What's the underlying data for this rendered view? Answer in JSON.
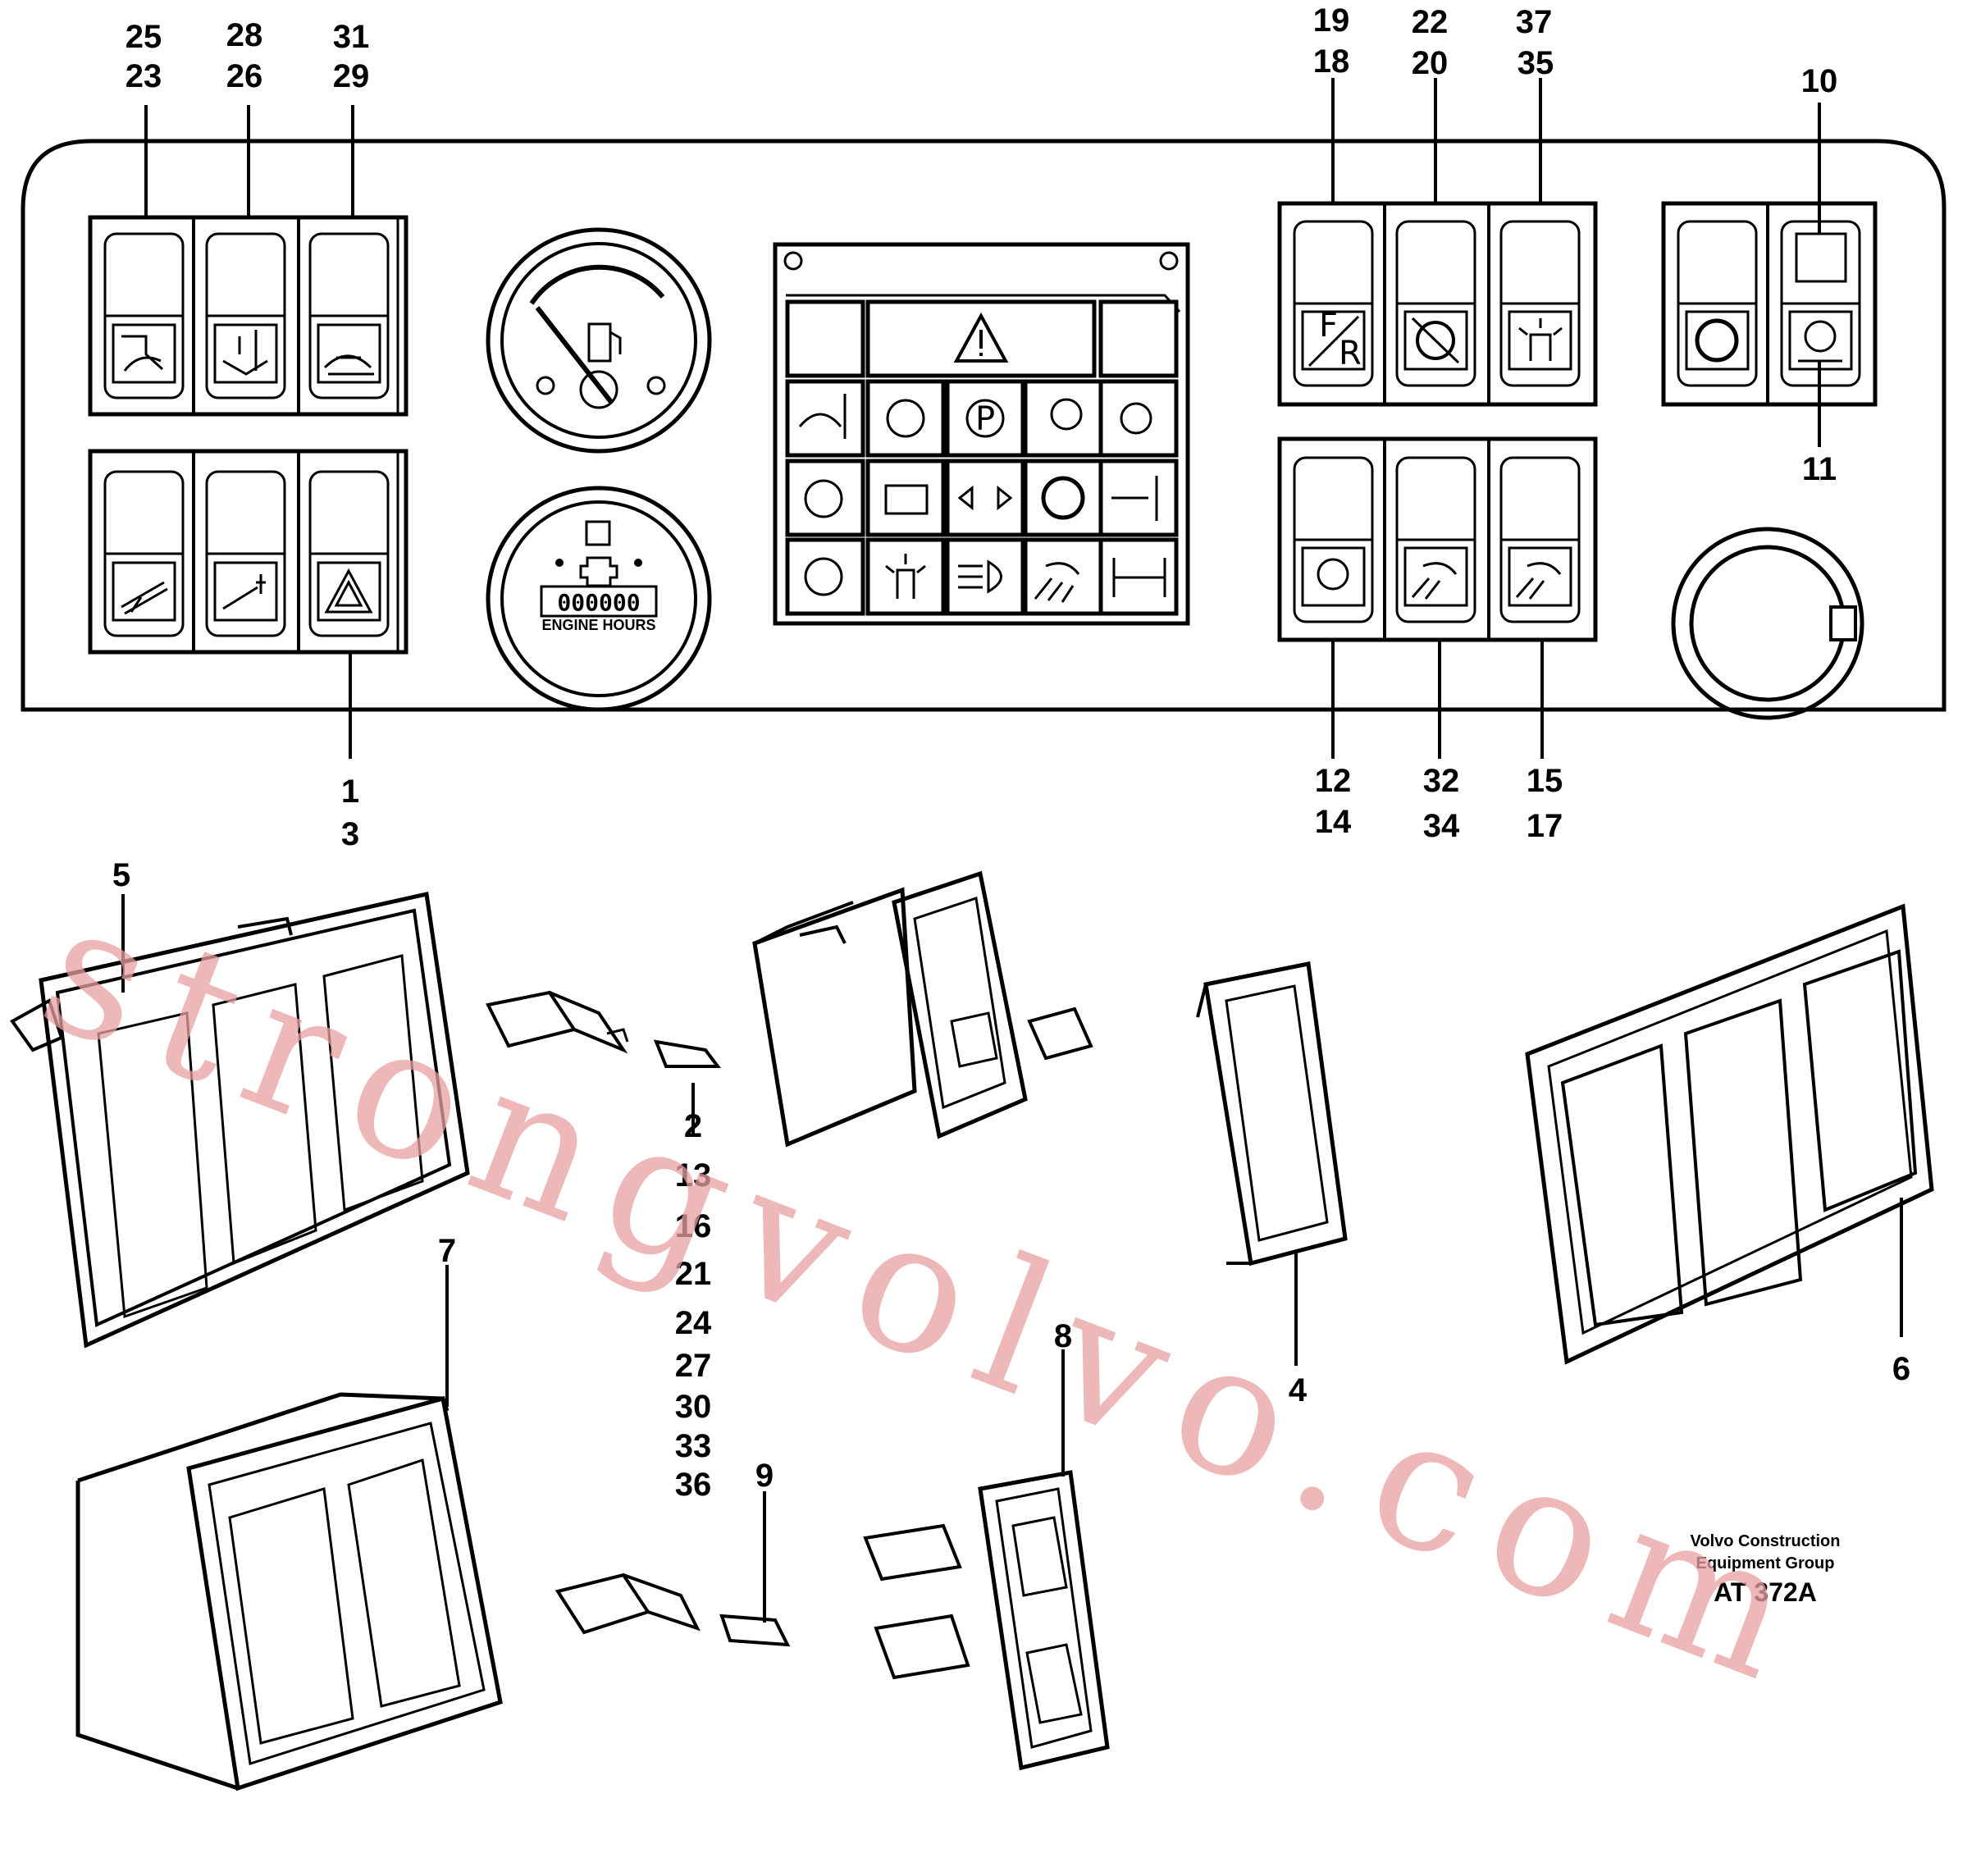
{
  "callouts": {
    "c25": "25",
    "c23": "23",
    "c28": "28",
    "c26": "26",
    "c31": "31",
    "c29": "29",
    "c19": "19",
    "c18": "18",
    "c22": "22",
    "c20": "20",
    "c37": "37",
    "c35": "35",
    "c10": "10",
    "c11": "11",
    "c1": "1",
    "c3": "3",
    "c12": "12",
    "c14": "14",
    "c32": "32",
    "c34": "34",
    "c15": "15",
    "c17": "17",
    "c5": "5",
    "c7": "7",
    "c8": "8",
    "c9": "9",
    "c4": "4",
    "c6": "6",
    "bulb_list": [
      "2",
      "13",
      "16",
      "21",
      "24",
      "27",
      "30",
      "33",
      "36"
    ]
  },
  "panel": {
    "fr_upper": "F",
    "fr_lower": "R",
    "odometer": "000000",
    "engine_hours": "ENGINE HOURS"
  },
  "footer": {
    "company_line1": "Volvo Construction",
    "company_line2": "Equipment Group",
    "drawing_code": "AT 372A"
  },
  "watermark": "strongvolvo.com",
  "colors": {
    "watermark": "#e8a0a0",
    "line": "#000000",
    "background": "#ffffff"
  }
}
